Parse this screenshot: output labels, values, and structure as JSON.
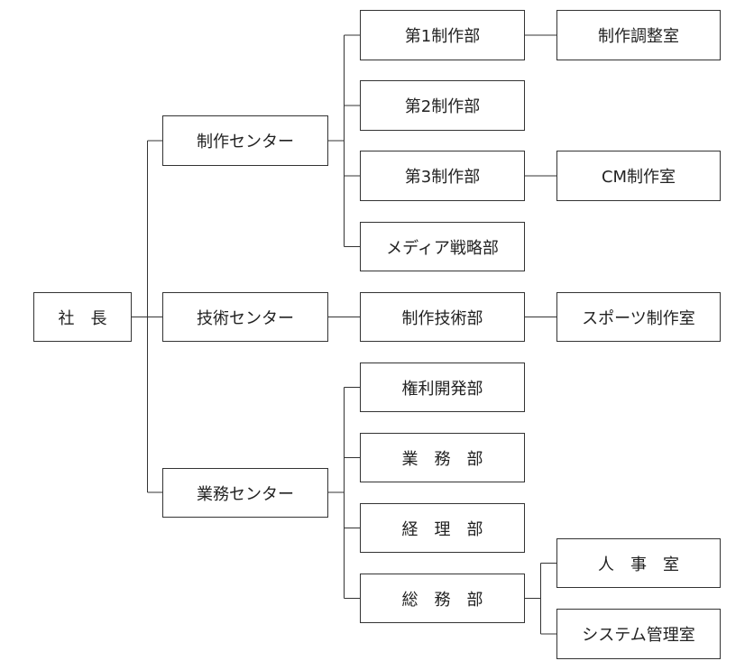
{
  "org_chart": {
    "president": "社　長",
    "centers": {
      "production": "制作センター",
      "technology": "技術センター",
      "business": "業務センター"
    },
    "departments": {
      "production_1": "第1制作部",
      "production_2": "第2制作部",
      "production_3": "第3制作部",
      "media_strategy": "メディア戦略部",
      "production_technology": "制作技術部",
      "rights_development": "権利開発部",
      "business": "業　務　部",
      "accounting": "経　理　部",
      "general_affairs": "総　務　部"
    },
    "rooms": {
      "production_coordination": "制作調整室",
      "cm_production": "CM制作室",
      "sports_production": "スポーツ制作室",
      "human_resources": "人　事　室",
      "system_management": "システム管理室"
    }
  },
  "colors": {
    "line": "#333333",
    "box_border": "#333333",
    "text": "#222222",
    "background": "#ffffff"
  }
}
